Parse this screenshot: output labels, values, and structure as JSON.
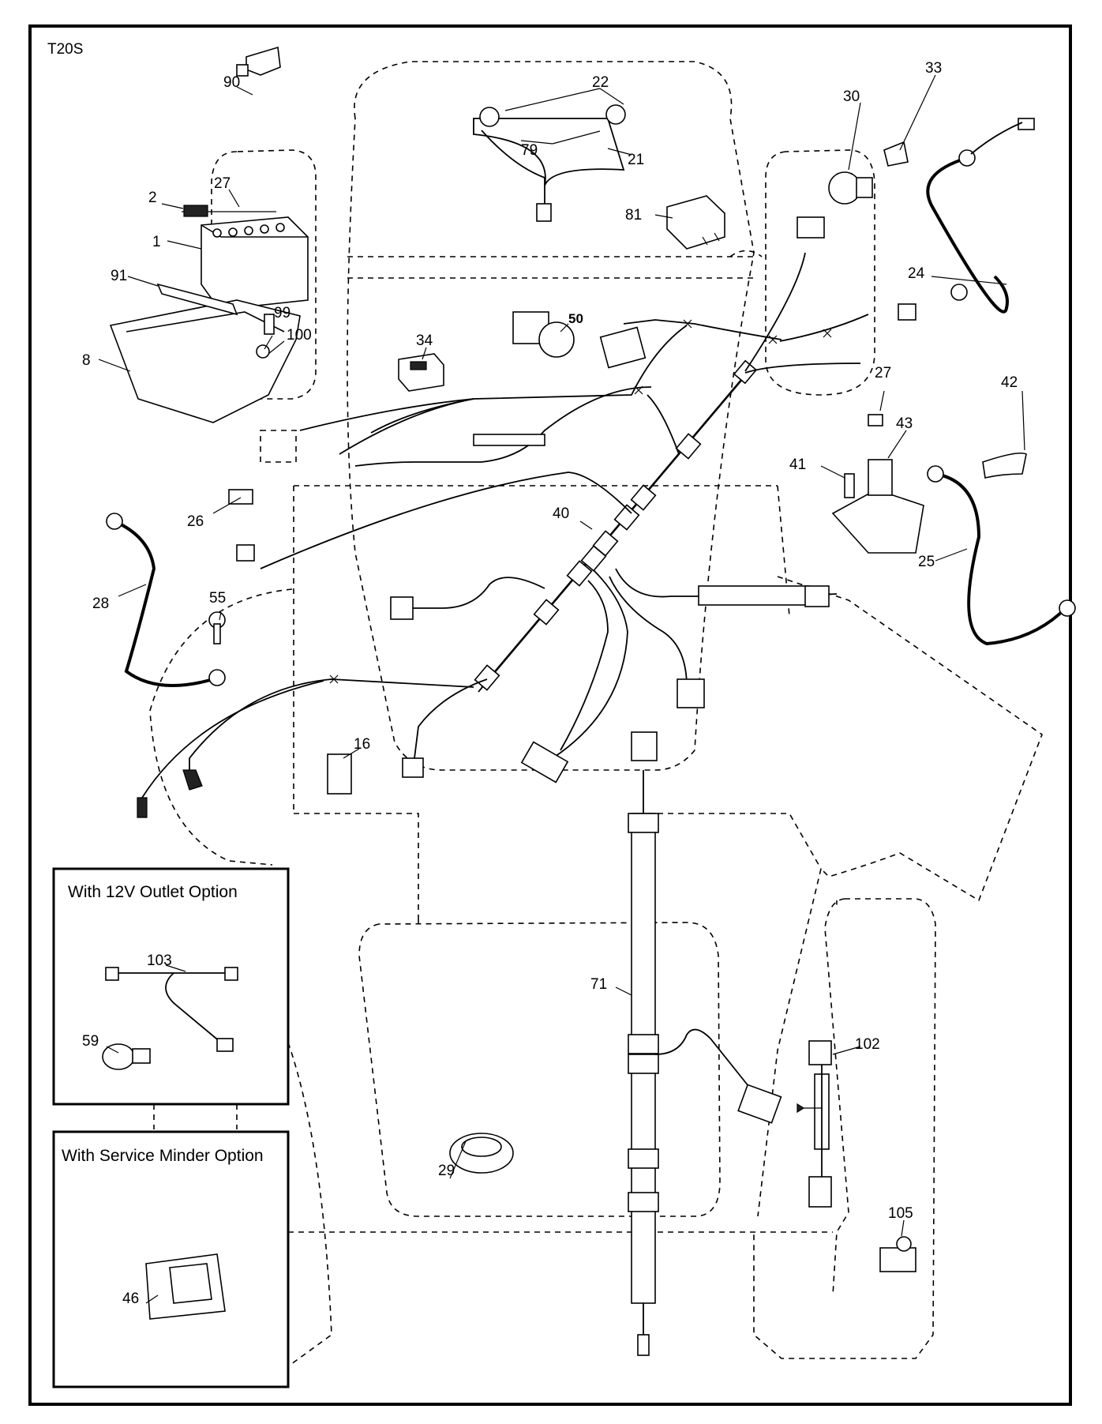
{
  "model_code": "T20S",
  "options": {
    "outlet_title": "With 12V Outlet Option",
    "service_minder_title": "With Service Minder Option"
  },
  "callouts": {
    "c1": "1",
    "c2": "2",
    "c8": "8",
    "c16": "16",
    "c21": "21",
    "c22": "22",
    "c24": "24",
    "c25": "25",
    "c26": "26",
    "c27a": "27",
    "c27b": "27",
    "c28": "28",
    "c29": "29",
    "c30": "30",
    "c33": "33",
    "c34": "34",
    "c40": "40",
    "c41": "41",
    "c42": "42",
    "c43": "43",
    "c46": "46",
    "c50": "50",
    "c55": "55",
    "c59": "59",
    "c71": "71",
    "c79": "79",
    "c81": "81",
    "c90": "90",
    "c91": "91",
    "c99": "99",
    "c100": "100",
    "c102": "102",
    "c103": "103",
    "c105": "105"
  }
}
